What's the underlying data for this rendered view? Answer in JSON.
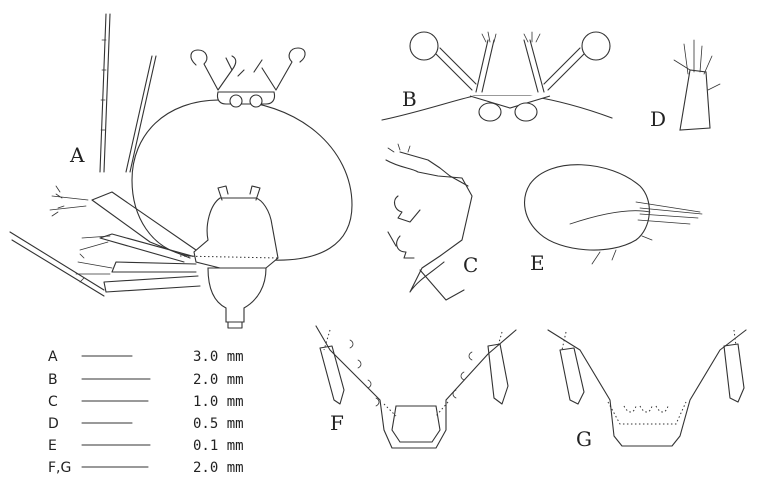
{
  "figure_labels": {
    "A": "A",
    "B": "B",
    "C": "C",
    "D": "D",
    "E": "E",
    "F": "F",
    "G": "G"
  },
  "scale_bars": [
    {
      "label": "A",
      "value": "3.0 mm"
    },
    {
      "label": "B",
      "value": "2.0 mm"
    },
    {
      "label": "C",
      "value": "1.0 mm"
    },
    {
      "label": "D",
      "value": "0.5 mm"
    },
    {
      "label": "E",
      "value": "0.1 mm"
    },
    {
      "label": "F,G",
      "value": "2.0 mm"
    }
  ],
  "colors": {
    "ink": "#333333",
    "background": "#ffffff"
  }
}
